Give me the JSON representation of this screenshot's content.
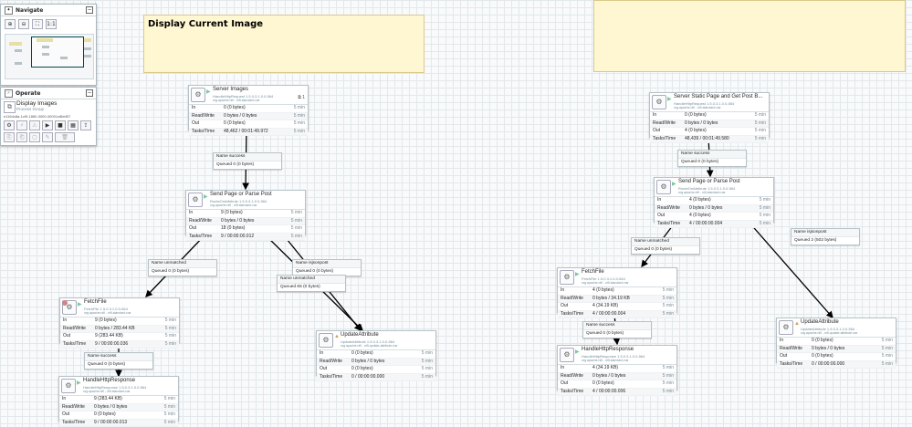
{
  "navigate": {
    "title": "Navigate"
  },
  "operate": {
    "title": "Operate",
    "selection_name": "Display Images",
    "selection_type": "Process Group",
    "selection_id": "e1164c8a-1cf9-1860-0000-00001c8bbf57"
  },
  "labels": [
    {
      "text": "Display Current Image"
    },
    {
      "text": ""
    }
  ],
  "processors": {
    "server_images": {
      "name": "Server Images",
      "type": "HandleHttpRequest 1.5.0.3.1.0.0-564",
      "bundle": "org.apache.nifi - nifi-standard-nar",
      "rows": [
        {
          "k": "In",
          "v": "0 (0 bytes)",
          "t": "5 min"
        },
        {
          "k": "Read/Write",
          "v": "0 bytes / 0 bytes",
          "t": "5 min"
        },
        {
          "k": "Out",
          "v": "0 (0 bytes)",
          "t": "5 min"
        },
        {
          "k": "Tasks/Time",
          "v": "48,462 / 00:01:49.972",
          "t": "5 min"
        }
      ]
    },
    "send_page_left": {
      "name": "Send Page or Parse Post",
      "type": "RouteOnAttribute 1.5.0.3.1.0.0-564",
      "bundle": "org.apache.nifi - nifi-standard-nar",
      "rows": [
        {
          "k": "In",
          "v": "9 (0 bytes)",
          "t": "5 min"
        },
        {
          "k": "Read/Write",
          "v": "0 bytes / 0 bytes",
          "t": "5 min"
        },
        {
          "k": "Out",
          "v": "18 (0 bytes)",
          "t": "5 min"
        },
        {
          "k": "Tasks/Time",
          "v": "9 / 00:00:00.012",
          "t": "5 min"
        }
      ]
    },
    "fetchfile_left": {
      "name": "FetchFile",
      "type": "FetchFile 1.5.0.3.1.0.0-564",
      "bundle": "org.apache.nifi - nifi-standard-nar",
      "rows": [
        {
          "k": "In",
          "v": "9 (0 bytes)",
          "t": "5 min"
        },
        {
          "k": "Read/Write",
          "v": "0 bytes / 283.44 KB",
          "t": "5 min"
        },
        {
          "k": "Out",
          "v": "9 (283.44 KB)",
          "t": "5 min"
        },
        {
          "k": "Tasks/Time",
          "v": "9 / 00:00:00.036",
          "t": "5 min"
        }
      ]
    },
    "handleresp_left": {
      "name": "HandleHttpResponse",
      "type": "HandleHttpResponse 1.5.0.3.1.0.0-564",
      "bundle": "org.apache.nifi - nifi-standard-nar",
      "rows": [
        {
          "k": "In",
          "v": "9 (283.44 KB)",
          "t": "5 min"
        },
        {
          "k": "Read/Write",
          "v": "0 bytes / 0 bytes",
          "t": "5 min"
        },
        {
          "k": "Out",
          "v": "0 (0 bytes)",
          "t": "5 min"
        },
        {
          "k": "Tasks/Time",
          "v": "9 / 00:00:00.013",
          "t": "5 min"
        }
      ]
    },
    "updateattr_left": {
      "name": "UpdateAttribute",
      "type": "UpdateAttribute 1.5.0.3.1.0.0-564",
      "bundle": "org.apache.nifi - nifi-update-attribute-nar",
      "rows": [
        {
          "k": "In",
          "v": "0 (0 bytes)",
          "t": "5 min"
        },
        {
          "k": "Read/Write",
          "v": "0 bytes / 0 bytes",
          "t": "5 min"
        },
        {
          "k": "Out",
          "v": "0 (0 bytes)",
          "t": "5 min"
        },
        {
          "k": "Tasks/Time",
          "v": "0 / 00:00:00.000",
          "t": "5 min"
        }
      ]
    },
    "server_static": {
      "name": "Server Static Page and Get Post B...",
      "type": "HandleHttpRequest 1.5.0.3.1.0.0-564",
      "bundle": "org.apache.nifi - nifi-standard-nar",
      "rows": [
        {
          "k": "In",
          "v": "0 (0 bytes)",
          "t": "5 min"
        },
        {
          "k": "Read/Write",
          "v": "0 bytes / 0 bytes",
          "t": "5 min"
        },
        {
          "k": "Out",
          "v": "4 (0 bytes)",
          "t": "5 min"
        },
        {
          "k": "Tasks/Time",
          "v": "48,439 / 00:01:49.580",
          "t": "5 min"
        }
      ]
    },
    "send_page_right": {
      "name": "Send Page or Parse Post",
      "type": "RouteOnAttribute 1.5.0.3.1.0.0-564",
      "bundle": "org.apache.nifi - nifi-standard-nar",
      "rows": [
        {
          "k": "In",
          "v": "4 (0 bytes)",
          "t": "5 min"
        },
        {
          "k": "Read/Write",
          "v": "0 bytes / 0 bytes",
          "t": "5 min"
        },
        {
          "k": "Out",
          "v": "4 (0 bytes)",
          "t": "5 min"
        },
        {
          "k": "Tasks/Time",
          "v": "4 / 00:00:00.004",
          "t": "5 min"
        }
      ]
    },
    "fetchfile_right": {
      "name": "FetchFile",
      "type": "FetchFile 1.5.0.3.1.0.0-564",
      "bundle": "org.apache.nifi - nifi-standard-nar",
      "rows": [
        {
          "k": "In",
          "v": "4 (0 bytes)",
          "t": "5 min"
        },
        {
          "k": "Read/Write",
          "v": "0 bytes / 34.19 KB",
          "t": "5 min"
        },
        {
          "k": "Out",
          "v": "4 (34.19 KB)",
          "t": "5 min"
        },
        {
          "k": "Tasks/Time",
          "v": "4 / 00:00:00.004",
          "t": "5 min"
        }
      ]
    },
    "handleresp_right": {
      "name": "HandleHttpResponse",
      "type": "HandleHttpResponse 1.5.0.3.1.0.0-564",
      "bundle": "org.apache.nifi - nifi-standard-nar",
      "rows": [
        {
          "k": "In",
          "v": "4 (34.19 KB)",
          "t": "5 min"
        },
        {
          "k": "Read/Write",
          "v": "0 bytes / 0 bytes",
          "t": "5 min"
        },
        {
          "k": "Out",
          "v": "0 (0 bytes)",
          "t": "5 min"
        },
        {
          "k": "Tasks/Time",
          "v": "4 / 00:00:00.006",
          "t": "5 min"
        }
      ]
    },
    "updateattr_right": {
      "name": "UpdateAttribute",
      "type": "UpdateAttribute 1.5.0.3.1.0.0-564",
      "bundle": "org.apache.nifi - nifi-update-attribute-nar",
      "rows": [
        {
          "k": "In",
          "v": "0 (0 bytes)",
          "t": "5 min"
        },
        {
          "k": "Read/Write",
          "v": "0 bytes / 0 bytes",
          "t": "5 min"
        },
        {
          "k": "Out",
          "v": "0 (0 bytes)",
          "t": "5 min"
        },
        {
          "k": "Tasks/Time",
          "v": "0 / 00:00:00.000",
          "t": "5 min"
        }
      ]
    }
  },
  "connections": {
    "c_success_1": {
      "name": "Name  success",
      "queued": "Queued  0 (0 bytes)"
    },
    "c_unmatched_1": {
      "name": "Name  unmatched",
      "queued": "Queued  0 (0 bytes)"
    },
    "c_isjsonpost_1": {
      "name": "Name  isjsonpost",
      "queued": "Queued  0 (0 bytes)"
    },
    "c_unmatched_2": {
      "name": "Name  unmatched",
      "queued": "Queued  65 (0 bytes)"
    },
    "c_success_2": {
      "name": "Name  success",
      "queued": "Queued  0 (0 bytes)"
    },
    "c_success_3": {
      "name": "Name  success",
      "queued": "Queued  0 (0 bytes)"
    },
    "c_unmatched_3": {
      "name": "Name  unmatched",
      "queued": "Queued  0 (0 bytes)"
    },
    "c_isjsonpost_2": {
      "name": "Name  isjsonpost",
      "queued": "Queued  2 (502 bytes)"
    },
    "c_success_4": {
      "name": "Name  success",
      "queued": "Queued  0 (0 bytes)"
    }
  },
  "icons": {
    "running": "play-icon",
    "stopped": "stop-icon",
    "invalid": "warning-icon",
    "processor": "processor-icon"
  },
  "colors": {
    "running": "#7dc7a0",
    "stopped": "#d18686",
    "invalid": "#cf9f5d",
    "label": "#fff7d2"
  }
}
